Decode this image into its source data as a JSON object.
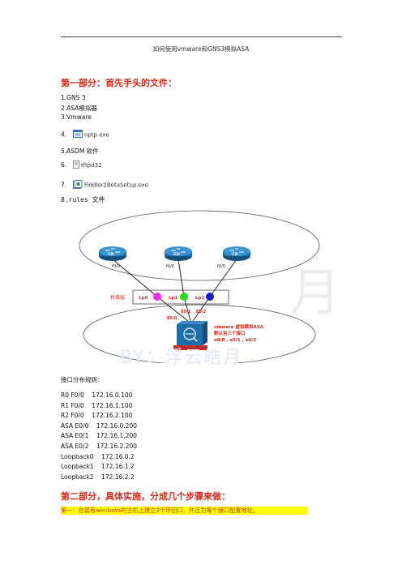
{
  "header": {
    "title": "如何使用vmware和GNS3模拟ASA"
  },
  "section1": {
    "heading": "第一部分：首先手头的文件：",
    "items": [
      "1.GNS 3",
      "2.ASA模拟器",
      "3.Vmware",
      "4.",
      "5.ASDM  软件",
      "6.",
      "7.",
      "8.rules  文件"
    ],
    "files": {
      "nptp": "nptp.exe",
      "tftpd": "tftpd32",
      "fiddler": "Fiddler2BetaSetup.exe"
    }
  },
  "diagram": {
    "routers": [
      "R0",
      "R1",
      "R2"
    ],
    "ports": [
      "f0/0",
      "f0/0",
      "f0/0"
    ],
    "loopbacks": [
      "Lp0",
      "Lp1",
      "Lp2"
    ],
    "asa_ports": [
      "E0/0",
      "E0/1",
      "E0/2"
    ],
    "bridge_label": "桥接层",
    "asa_note": [
      "vmware 虚拟模拟ASA",
      "默认有三个接口",
      "e0/0 , e0/1 , e0/2"
    ],
    "watermark_text": "BY：浮云皓月",
    "watermark_glyph": "月",
    "colors": {
      "lp0": "#ff20ff",
      "lp1": "#22dd22",
      "lp2": "#1a1acc",
      "router": "#1e6fa8",
      "accent": "#d42a1a"
    }
  },
  "interfaces": {
    "title": "接口分布规则：",
    "rows": [
      "R0 F0/0    172.16.0.100",
      "R1 F0/0    172.16.1.100",
      "R2 F0/0    172.16.2.100",
      "ASA E0/0    172.16.0.200",
      "ASA E0/1    172.16.1.200",
      "ASA E0/2    172.16.2.200",
      "Loopback0    172.16.0.2",
      "Loopback1    172.16.1.2",
      "Loopback2    172.16.2.2"
    ]
  },
  "section2": {
    "heading": "第二部分，具体实施，分成几个步骤来做：",
    "step1": "第一：在装有windows的主机上建立3个环回口，并且为每个接口配置地址。"
  }
}
